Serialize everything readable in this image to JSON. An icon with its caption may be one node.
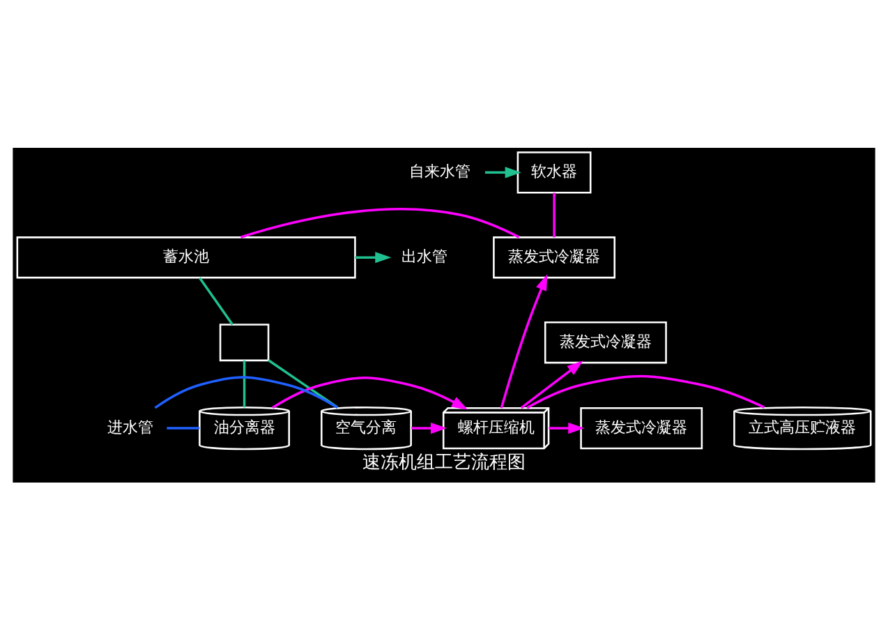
{
  "diagram": {
    "title": "速冻机组工艺流程图",
    "nodes": [
      {
        "text": [
          "蓄水池"
        ]
      },
      {
        "text": [],
        "shape": "box"
      },
      {
        "text": [
          "油分离器"
        ]
      },
      {
        "text": [
          "空气分离"
        ]
      },
      {
        "text": [
          "螺杆压缩机"
        ]
      },
      {
        "text": [
          "立式高压贮液器"
        ]
      },
      {
        "text": [
          "软水器"
        ]
      },
      {
        "text": [
          "蒸发式冷凝器"
        ]
      },
      {
        "text": [
          "蒸发式冷凝器"
        ]
      },
      {
        "text": [
          "蒸发式冷凝器"
        ]
      },
      {
        "text": [
          "自来水管"
        ]
      },
      {
        "text": [
          "出水管"
        ]
      },
      {
        "text": [
          "进水管"
        ]
      }
    ],
    "edges": [
      {
        "from": 10,
        "to": 6,
        "arrow": "to",
        "color": "#20c090"
      },
      {
        "from": 6,
        "to": 7,
        "arrow": "none"
      },
      {
        "from": 0,
        "to": 7,
        "arrow": "none"
      },
      {
        "from": 0,
        "to": 11,
        "arrow": "to",
        "color": "#20c090"
      },
      {
        "from": 0,
        "to": 1,
        "arrow": "none",
        "color": "#20c090"
      },
      {
        "from": 1,
        "to": 2,
        "arrow": "none",
        "color": "#20c090"
      },
      {
        "from": 1,
        "to": 3,
        "arrow": "none",
        "color": "#20c090"
      },
      {
        "from": 12,
        "to": 2,
        "arrow": "none",
        "color": "#2060ff"
      },
      {
        "from": 12,
        "to": 3,
        "arrow": "none",
        "color": "#2060ff"
      },
      {
        "from": 2,
        "to": 4,
        "arrow": "to"
      },
      {
        "from": 3,
        "to": 4,
        "arrow": "to"
      },
      {
        "from": 4,
        "to": 5,
        "arrow": "none"
      },
      {
        "from": 4,
        "to": 7,
        "arrow": "to"
      },
      {
        "from": 4,
        "to": 8,
        "arrow": "to"
      },
      {
        "from": 4,
        "to": 9,
        "arrow": "to"
      }
    ]
  }
}
